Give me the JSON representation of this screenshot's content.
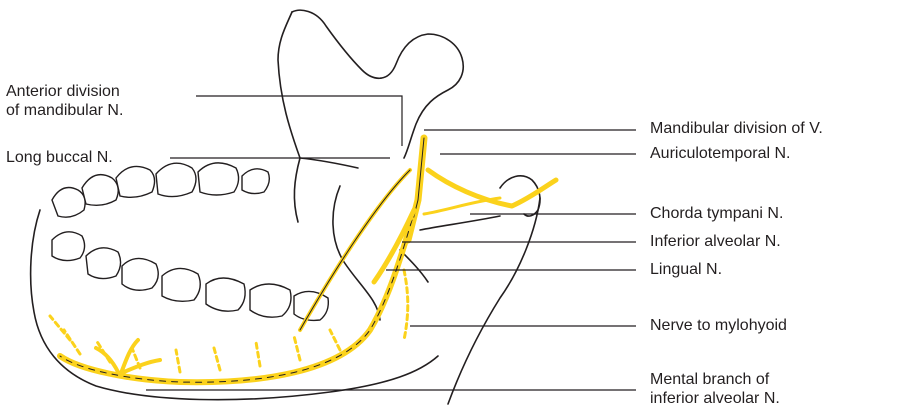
{
  "labels": {
    "anterior_division_line1": "Anterior division",
    "anterior_division_line2": "of mandibular N.",
    "long_buccal": "Long buccal N.",
    "mandibular_division": "Mandibular division of V.",
    "auriculotemporal": "Auriculotemporal N.",
    "chorda_tympani": "Chorda tympani N.",
    "inferior_alveolar": "Inferior alveolar N.",
    "lingual": "Lingual N.",
    "nerve_to_mylohyoid": "Nerve to mylohyoid",
    "mental_branch_line1": "Mental branch of",
    "mental_branch_line2": "inferior alveolar N."
  },
  "colors": {
    "nerve": "#fbd21c",
    "outline": "#231f20",
    "leader": "#231f20",
    "background": "#ffffff"
  }
}
